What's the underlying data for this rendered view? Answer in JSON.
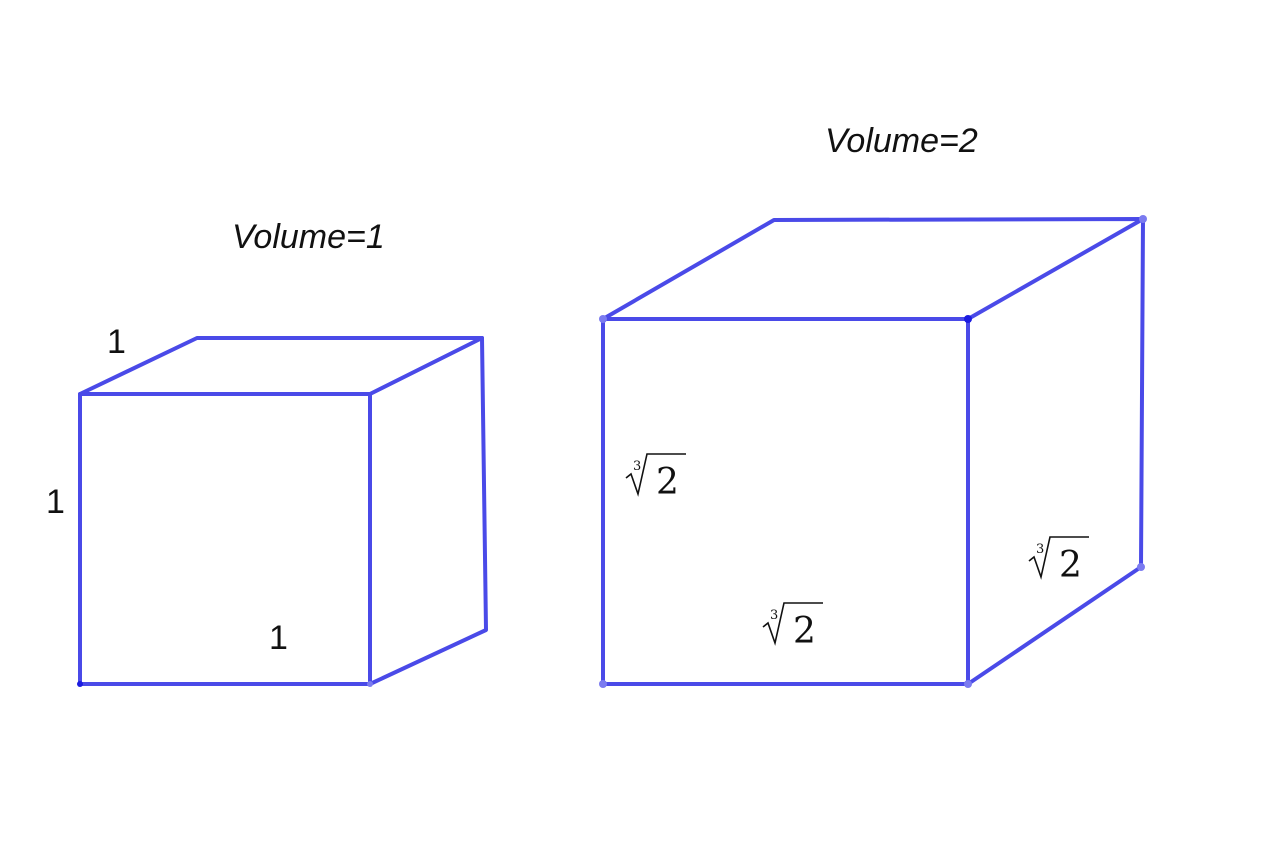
{
  "diagram": {
    "colors": {
      "edge": "#4a4ae8",
      "vertex": "#7b7bf0",
      "vertex_dark": "#1c1ce0",
      "text": "#111111"
    },
    "cube_small": {
      "title": "Volume=1",
      "edge_top": "1",
      "edge_left": "1",
      "edge_bottom": "1"
    },
    "cube_large": {
      "title": "Volume=2",
      "edge_left": {
        "index": "3",
        "radicand": "2"
      },
      "edge_bottom": {
        "index": "3",
        "radicand": "2"
      },
      "edge_right": {
        "index": "3",
        "radicand": "2"
      }
    }
  }
}
